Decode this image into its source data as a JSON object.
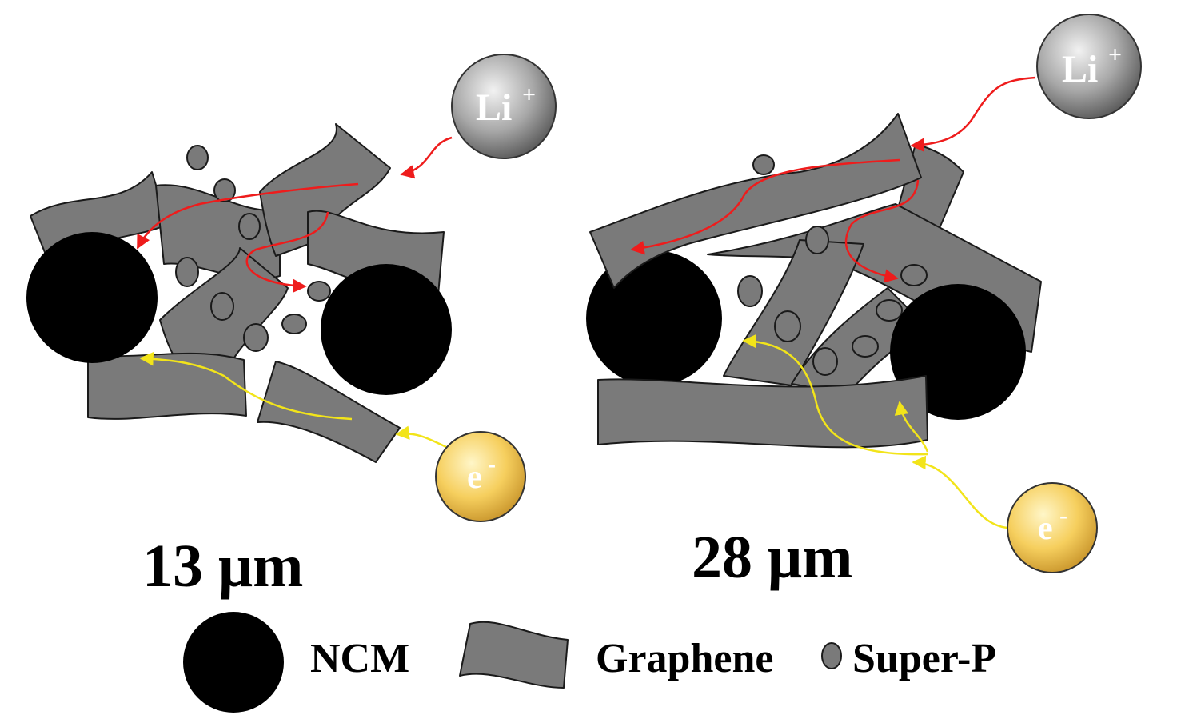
{
  "panels": [
    {
      "thickness_label": "13 μm"
    },
    {
      "thickness_label": "28 μm"
    }
  ],
  "ions": {
    "lithium": {
      "base": "Li",
      "charge": "+"
    },
    "electron": {
      "base": "e",
      "charge": "-"
    }
  },
  "legend": {
    "ncm_label": "NCM",
    "graphene_label": "Graphene",
    "superp_label": "Super-P"
  },
  "colors": {
    "ncm": "#000000",
    "graphene": "#7a7a7a",
    "super_p": "#7a7a7a",
    "li_path": "#ee1c1c",
    "electron_path": "#f2e41a",
    "li_ion": "#9a9a9a",
    "electron": "#f5cc55"
  },
  "icons": [
    "lithium-ion-icon",
    "electron-icon",
    "ncm-particle-icon",
    "graphene-sheet-icon",
    "super-p-particle-icon"
  ]
}
